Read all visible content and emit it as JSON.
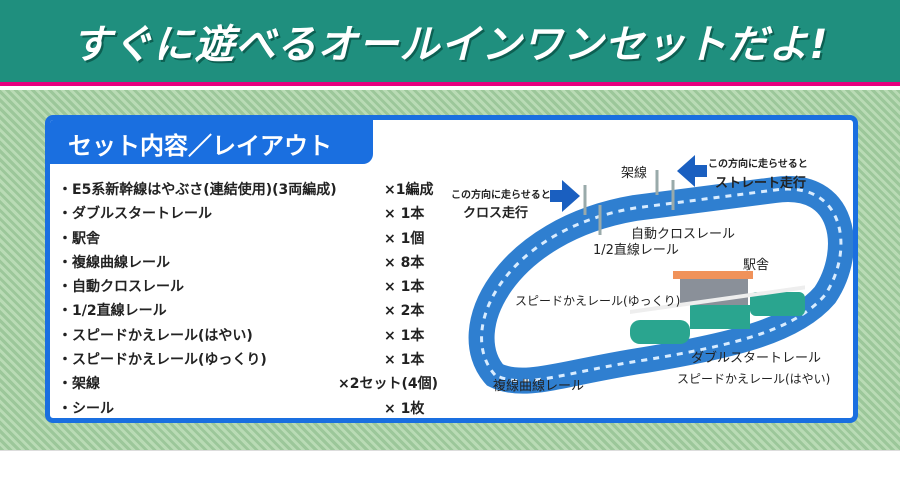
{
  "header": {
    "title": "すぐに遊べるオールインワンセットだよ!"
  },
  "panel": {
    "tab_title": "セット内容／レイアウト",
    "items": [
      {
        "name": "・E5系新幹線はやぶさ(連結使用)(3両編成)",
        "qty": "×1編成"
      },
      {
        "name": "・ダブルスタートレール",
        "qty": "×  1本"
      },
      {
        "name": "・駅舎",
        "qty": "×  1個"
      },
      {
        "name": "・複線曲線レール",
        "qty": "×  8本"
      },
      {
        "name": "・自動クロスレール",
        "qty": "×  1本"
      },
      {
        "name": "・1/2直線レール",
        "qty": "×  2本"
      },
      {
        "name": "・スピードかえレール(はやい)",
        "qty": "×  1本"
      },
      {
        "name": "・スピードかえレール(ゆっくり)",
        "qty": "×  1本"
      },
      {
        "name": "・架線",
        "qty": "×2セット(4個)"
      },
      {
        "name": "・シール",
        "qty": "×  1枚"
      }
    ],
    "diagram": {
      "cross_note": "この方向に走らせると",
      "cross_bold": "クロス走行",
      "straight_note": "この方向に走らせると",
      "straight_bold": "ストレート走行",
      "overhead": "架線",
      "auto_cross": "自動クロスレール",
      "half_straight": "1/2直線レール",
      "station": "駅舎",
      "speed_slow": "スピードかえレール(ゆっくり)",
      "double_start": "ダブルスタートレール",
      "curve": "複線曲線レール",
      "speed_fast": "スピードかえレール(はやい)"
    }
  }
}
